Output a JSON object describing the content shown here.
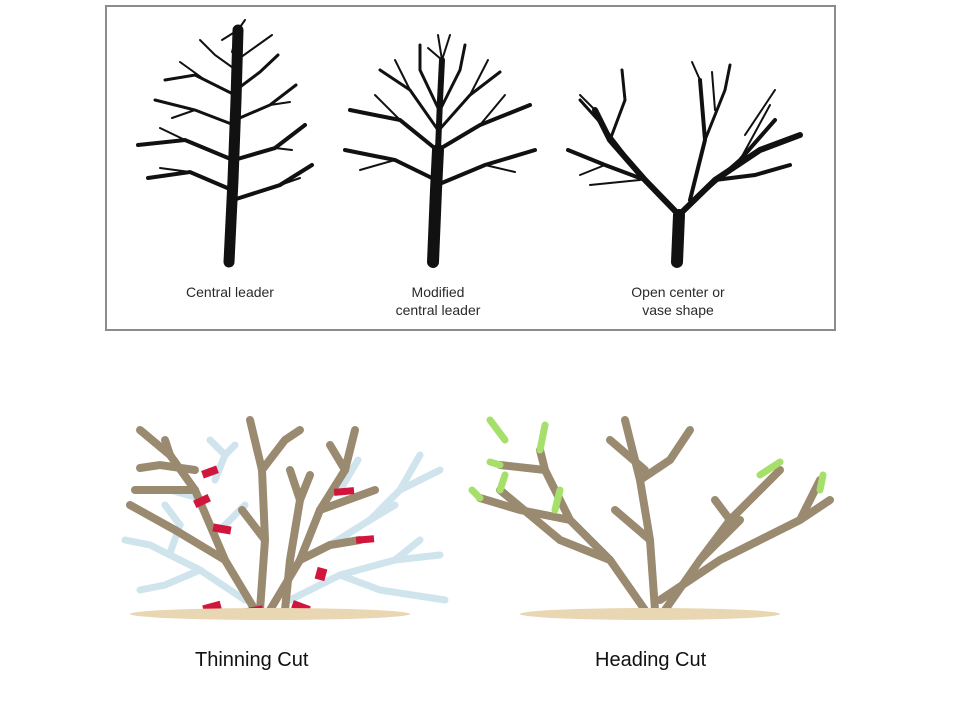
{
  "top_panel": {
    "forms": [
      {
        "label_lines": [
          "Central leader"
        ]
      },
      {
        "label_lines": [
          "Modified",
          "central leader"
        ]
      },
      {
        "label_lines": [
          "Open center or",
          "vase shape"
        ]
      }
    ]
  },
  "bottom": {
    "thinning_label": "Thinning Cut",
    "heading_label": "Heading Cut"
  },
  "colors": {
    "trunk_black": "#111111",
    "branch_brown": "#9a8a70",
    "removed_branch": "#cfe4ec",
    "cut_mark_red": "#d0163c",
    "new_growth_green": "#a6e06a",
    "ground": "#e8d7b2"
  }
}
